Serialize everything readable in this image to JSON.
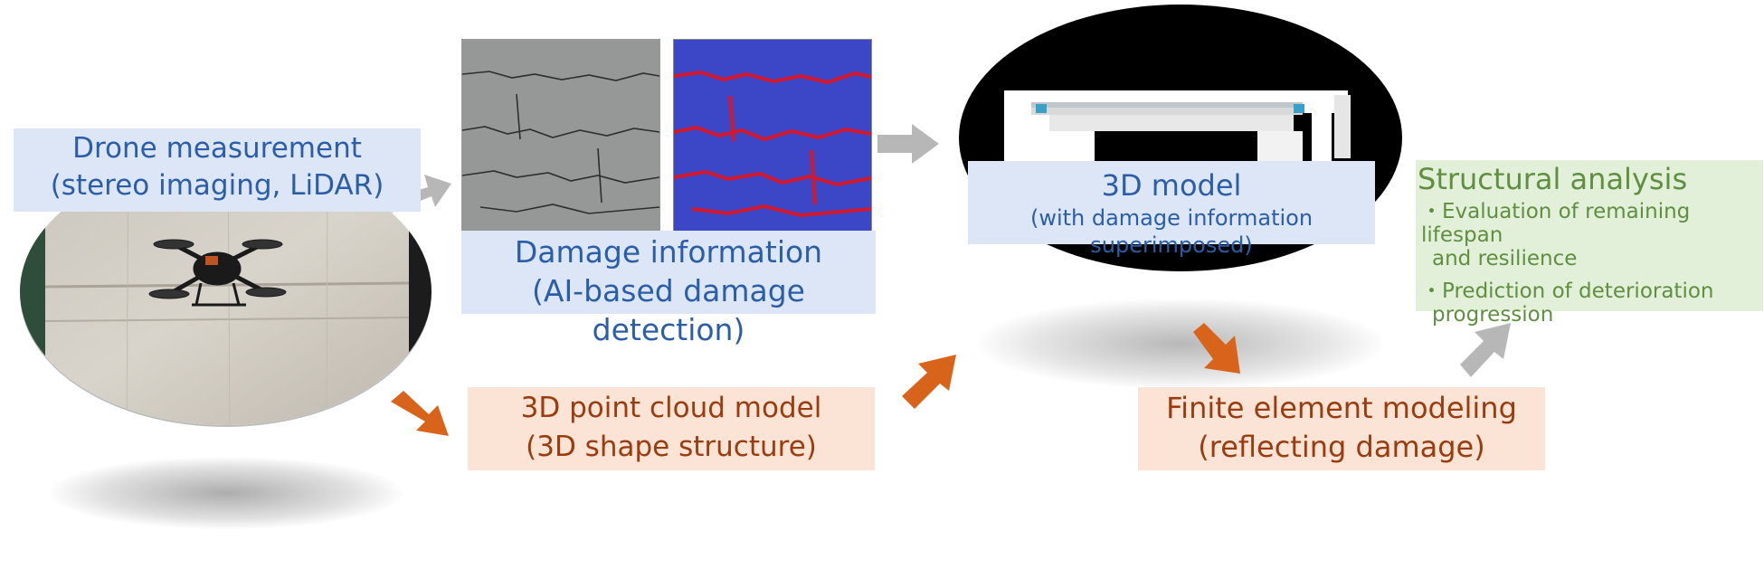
{
  "drone": {
    "line1": "Drone measurement",
    "line2": "(stereo imaging, LiDAR)"
  },
  "damage": {
    "line1": "Damage information",
    "line2": "(AI-based damage detection)"
  },
  "model3d": {
    "line1": "3D model",
    "line2": "(with damage information superimposed)"
  },
  "pointcloud": {
    "line1": "3D point cloud model",
    "line2": "(3D shape structure)"
  },
  "fem": {
    "line1": "Finite element modeling",
    "line2": "(reflecting damage)"
  },
  "analysis": {
    "title": "Structural analysis",
    "bullet1_line1": "・Evaluation of remaining lifespan",
    "bullet1_line2": "and resilience",
    "bullet2_line1": "・Prediction of deterioration",
    "bullet2_line2": "progression"
  },
  "colors": {
    "blue_box": "#dce6f6",
    "blue_text": "#2b5ea8",
    "orange_box": "#fbe3d6",
    "orange_text": "#9a3c0e",
    "orange_arrow": "#d8641c",
    "gray_arrow": "#b7b7b7",
    "green_box": "#e2efd9",
    "green_text": "#5f8f3f",
    "crack_mask_bg": "#3b47c7",
    "crack_mask_line": "#d2182e"
  }
}
